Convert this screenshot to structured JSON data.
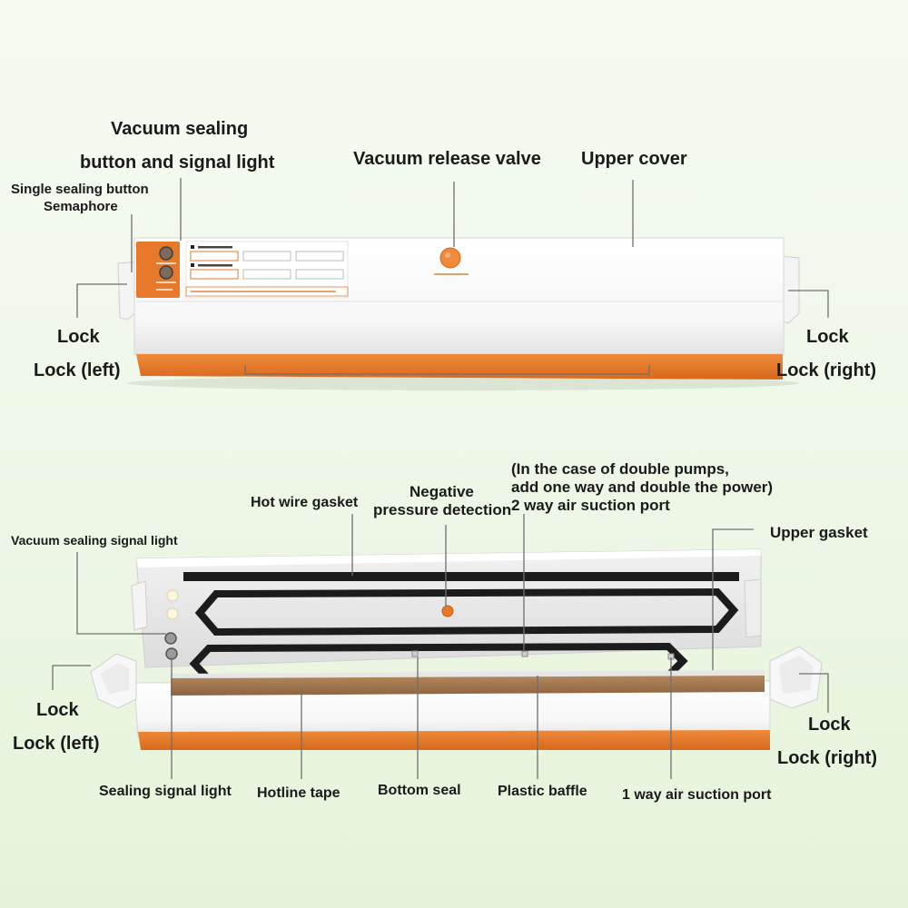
{
  "labels": {
    "vacuum_sealing": "Vacuum sealing",
    "button_signal_light": "button and signal light",
    "single_sealing_button": "Single sealing button",
    "semaphore": "Semaphore",
    "vacuum_release_valve": "Vacuum release valve",
    "upper_cover": "Upper cover",
    "lock_top_left": "Lock",
    "lock_left_top": "Lock (left)",
    "lock_top_right": "Lock",
    "lock_right_top": "Lock (right)",
    "negative": "Negative",
    "pressure_detection": "pressure detection",
    "double_pumps_line1": "(In the case of double pumps,",
    "double_pumps_line2": "add one way and double the power)",
    "two_way_port": "2 way air suction port",
    "hot_wire_gasket": "Hot wire gasket",
    "vacuum_sealing_signal_light": "Vacuum sealing signal light",
    "upper_gasket": "Upper gasket",
    "lock_bottom_left": "Lock",
    "lock_left_bottom": "Lock (left)",
    "lock_bottom_right": "Lock",
    "lock_right_bottom": "Lock (right)",
    "sealing_signal_light": "Sealing signal light",
    "hotline_tape": "Hotline tape",
    "bottom_seal": "Bottom seal",
    "plastic_baffle": "Plastic baffle",
    "one_way_port": "1 way air suction port"
  },
  "colors": {
    "body_white": "#fbfbfb",
    "accent_orange": "#e8782a",
    "gasket_black": "#1c1c1c",
    "leader_gray": "#6f6f6f"
  }
}
